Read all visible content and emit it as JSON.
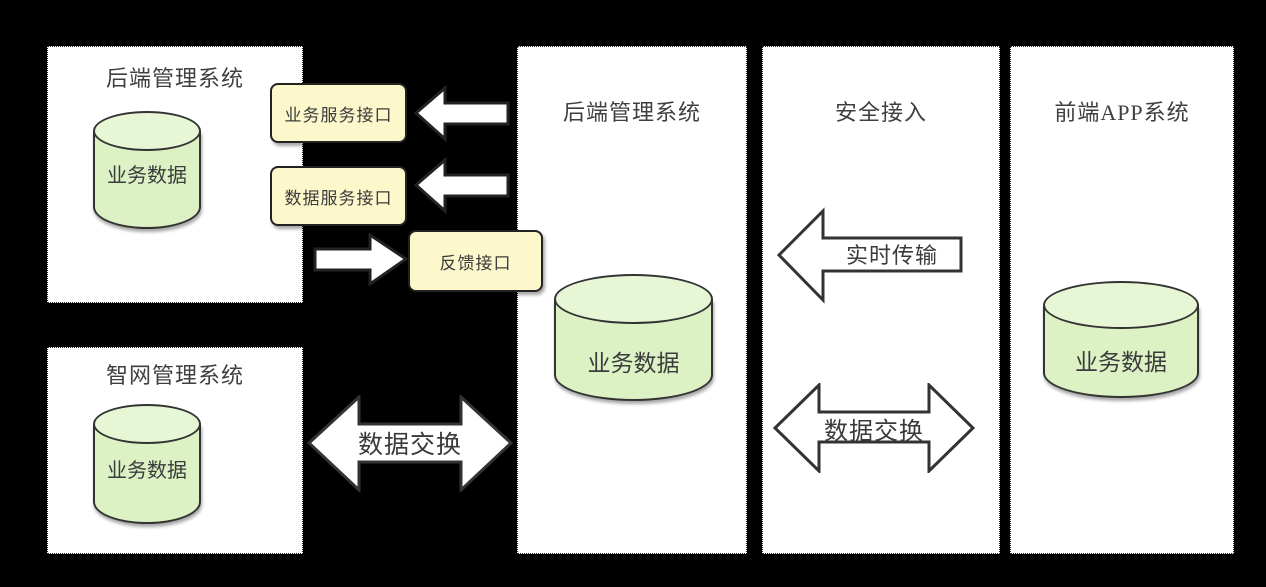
{
  "diagram": {
    "background": "#000000",
    "panels": [
      {
        "id": "backend-left",
        "title": "后端管理系统",
        "database": {
          "label": "业务数据"
        }
      },
      {
        "id": "smartnet",
        "title": "智网管理系统",
        "database": {
          "label": "业务数据"
        }
      },
      {
        "id": "backend-middle",
        "title": "后端管理系统",
        "database": {
          "label": "业务数据"
        }
      },
      {
        "id": "secure-access",
        "title": "安全接入"
      },
      {
        "id": "frontend-app",
        "title": "前端APP系统",
        "database": {
          "label": "业务数据"
        }
      }
    ],
    "interface_boxes": [
      {
        "id": "business-service-interface",
        "label": "业务服务接口"
      },
      {
        "id": "data-service-interface",
        "label": "数据服务接口"
      },
      {
        "id": "feedback-interface",
        "label": "反馈接口"
      }
    ],
    "arrows": [
      {
        "id": "to-business-interface",
        "direction": "left",
        "label": ""
      },
      {
        "id": "to-data-interface",
        "direction": "left",
        "label": ""
      },
      {
        "id": "to-feedback-interface",
        "direction": "right",
        "label": ""
      },
      {
        "id": "realtime-transfer",
        "direction": "left",
        "label": "实时传输"
      },
      {
        "id": "secure-data-exchange",
        "direction": "both",
        "label": "数据交换"
      },
      {
        "id": "left-data-exchange",
        "direction": "both",
        "label": "数据交换"
      }
    ],
    "colors": {
      "panel_fill": "#ffffff",
      "panel_border": "#222222",
      "interface_fill": "#fcf8cc",
      "cylinder_fill": "#dcf2c4",
      "cylinder_top_fill": "#e7f6d4",
      "stroke": "#333333",
      "text": "#3b3b3b",
      "arrow_fill": "#ffffff"
    }
  }
}
